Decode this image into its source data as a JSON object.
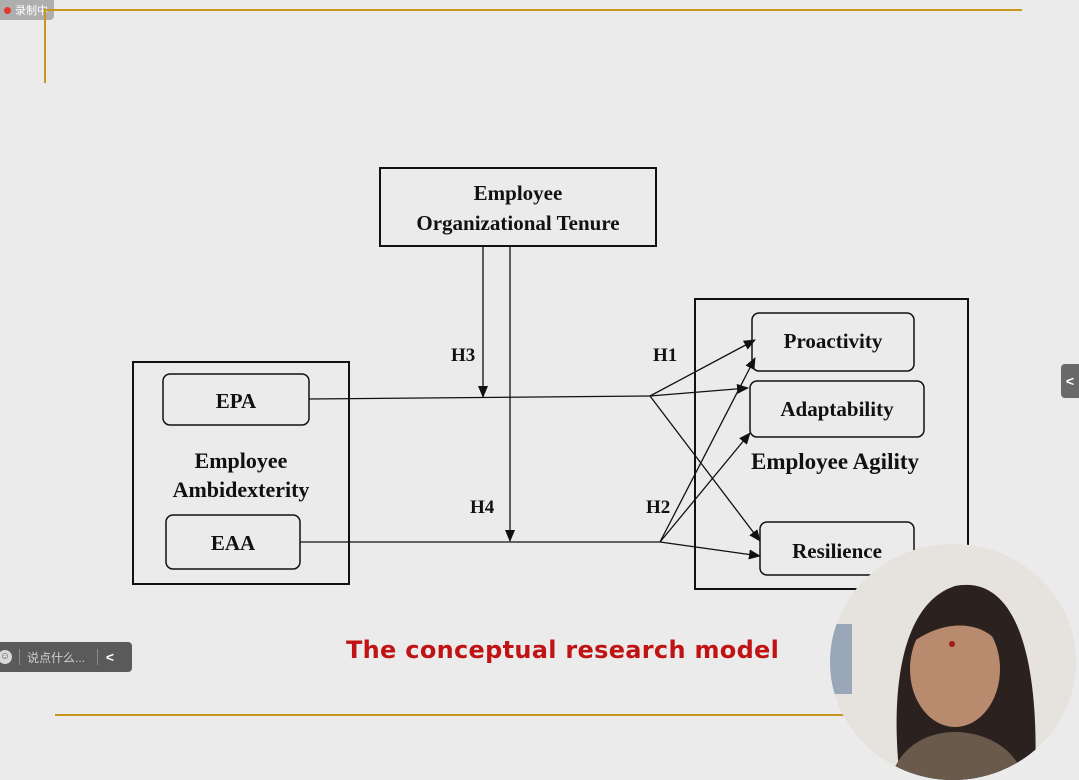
{
  "recorder": {
    "label": "录制中"
  },
  "diagram": {
    "moderator": {
      "line1": "Employee",
      "line2": "Organizational Tenure"
    },
    "independent": {
      "dim1": "EPA",
      "dim2": "EAA",
      "line1": "Employee",
      "line2": "Ambidexterity"
    },
    "dependent": {
      "title": "Employee Agility",
      "dim1": "Proactivity",
      "dim2": "Adaptability",
      "dim3": "Resilience"
    },
    "hypotheses": {
      "h1": "H1",
      "h2": "H2",
      "h3": "H3",
      "h4": "H4"
    }
  },
  "caption": "The conceptual research model",
  "comment_bar": {
    "placeholder": "说点什么..."
  },
  "colors": {
    "gold_line": "#c8961e",
    "caption_red": "#c01414"
  },
  "icons": [
    "record-dot-icon",
    "emoji-icon",
    "chevron-left-icon",
    "sidebar-expand-icon"
  ]
}
